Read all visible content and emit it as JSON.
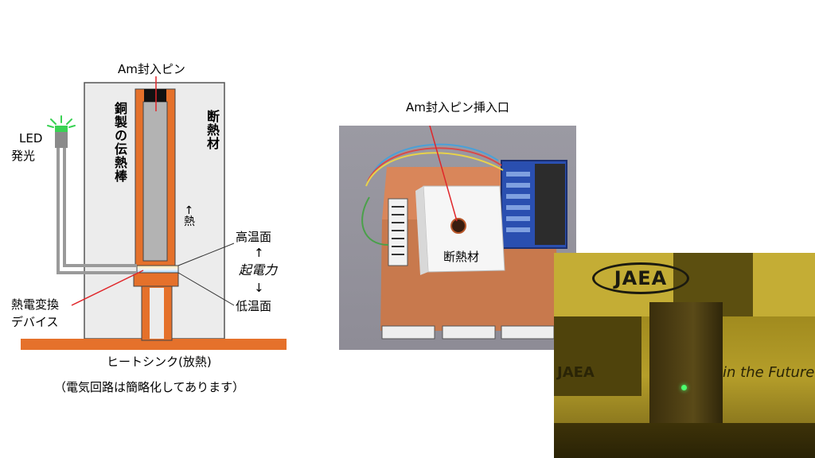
{
  "diagram": {
    "labels": {
      "am_pin": "Am封入ピン",
      "led": "LED",
      "led_sub": "発光",
      "copper_rod": "銅製の伝熱棒",
      "insulation": "断熱材",
      "heat_arrow": "←熱",
      "hot_side": "高温面",
      "emf": "起電力",
      "cold_side": "低温面",
      "arrow_up": "↑",
      "arrow_down": "↓",
      "thermo_device_1": "熱電変換",
      "thermo_device_2": "デバイス",
      "heatsink": "ヒートシンク(放熱)",
      "note": "（電気回路は簡略化してあります）"
    },
    "colors": {
      "copper": "#e5712b",
      "insulation": "#ececec",
      "rod_core": "#b3b3b3",
      "led_green": "#39d253",
      "wire": "#9a9a9a",
      "pointer": "#e0262a"
    }
  },
  "photo": {
    "label_inlet": "Am封入ピン挿入口",
    "label_insulation": "断熱材",
    "logo": "JAEA",
    "banner_text": "in the Future / JAEA"
  }
}
